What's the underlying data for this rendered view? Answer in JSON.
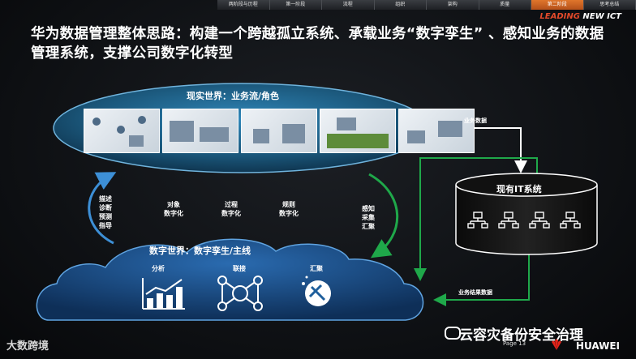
{
  "nav": {
    "items": [
      "两阶段与历程",
      "第一阶段",
      "流程",
      "组织",
      "架构",
      "质量",
      "第二阶段",
      "思考总结"
    ],
    "active_index": 6
  },
  "brand": {
    "lead": "LEADING",
    "rest": " NEW ICT"
  },
  "title": "华为数据管理整体思路：构建一个跨越孤立系统、承载业务“数字孪生” 、感知业务的数据管理系统，支撑公司数字化转型",
  "real_world": {
    "label": "现实世界：业务流/角色"
  },
  "digital_world": {
    "label": "数字世界：数字孪生/主线",
    "items": [
      {
        "label": "分析",
        "icon": "chart-icon"
      },
      {
        "label": "联接",
        "icon": "network-icon"
      },
      {
        "label": "汇聚",
        "icon": "magnet-icon"
      }
    ]
  },
  "left_arrow_label": [
    "描述",
    "诊断",
    "预测",
    "指导"
  ],
  "mid_labels": [
    [
      "对象",
      "数字化"
    ],
    [
      "过程",
      "数字化"
    ],
    [
      "规则",
      "数字化"
    ]
  ],
  "right_arrow_label": [
    "感知",
    "采集",
    "汇聚"
  ],
  "it_system": {
    "label": "现有IT系统"
  },
  "flow_labels": {
    "business_data": "业务数据",
    "business_result_data": "业务结果数据"
  },
  "footer": {
    "logo": "大数跨境",
    "wechat": "云容灾备份安全治理",
    "page": "Page 13",
    "company": "HUAWEI"
  },
  "colors": {
    "accent_orange": "#e0762c",
    "green_arrow": "#1fa84a",
    "cloud_blue": "#1f5f9c"
  }
}
